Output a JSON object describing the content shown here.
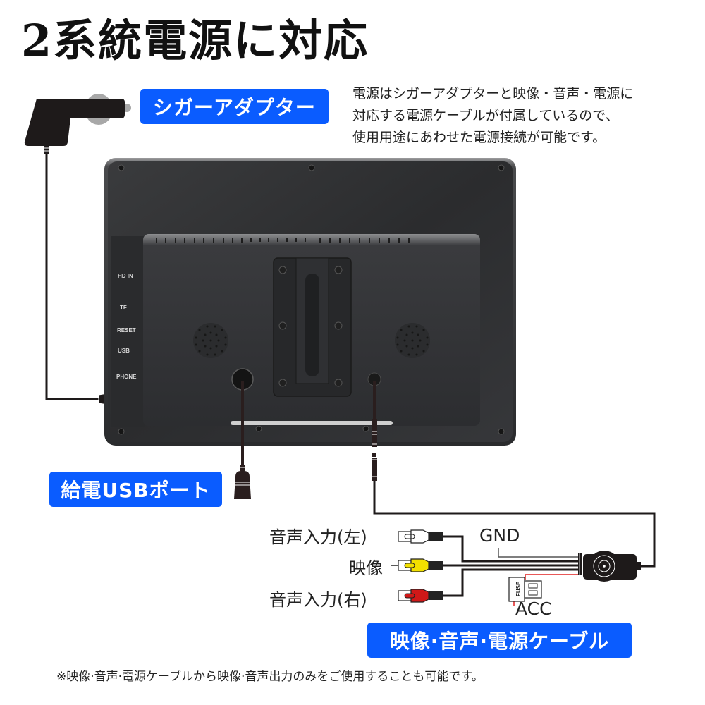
{
  "title": "2系統電源に対応",
  "description": "電源はシガーアダプターと映像・音声・電源に\n対応する電源ケーブルが付属しているので、\n使用用途にあわせた電源接続が可能です。",
  "badges": {
    "cigar_adapter": "シガーアダプター",
    "usb_port": "給電USBポート",
    "av_power_cable": "映像·音声·電源ケーブル"
  },
  "device": {
    "port_labels": [
      "HD IN",
      "TF",
      "RESET",
      "USB",
      "PHONE"
    ]
  },
  "cable_labels": {
    "audio_left": "音声入力(左)",
    "video": "映像",
    "audio_right": "音声入力(右)",
    "gnd": "GND",
    "acc": "ACC",
    "fuse": "FUSE"
  },
  "connector_colors": {
    "audio_left": "#ffffff",
    "video": "#f2e000",
    "audio_right": "#d01818",
    "badge_blue": "#0a5cff",
    "acc_wire": "#e02020"
  },
  "footnote": "※映像·音声·電源ケーブルから映像·音声出力のみをご使用することも可能です。"
}
